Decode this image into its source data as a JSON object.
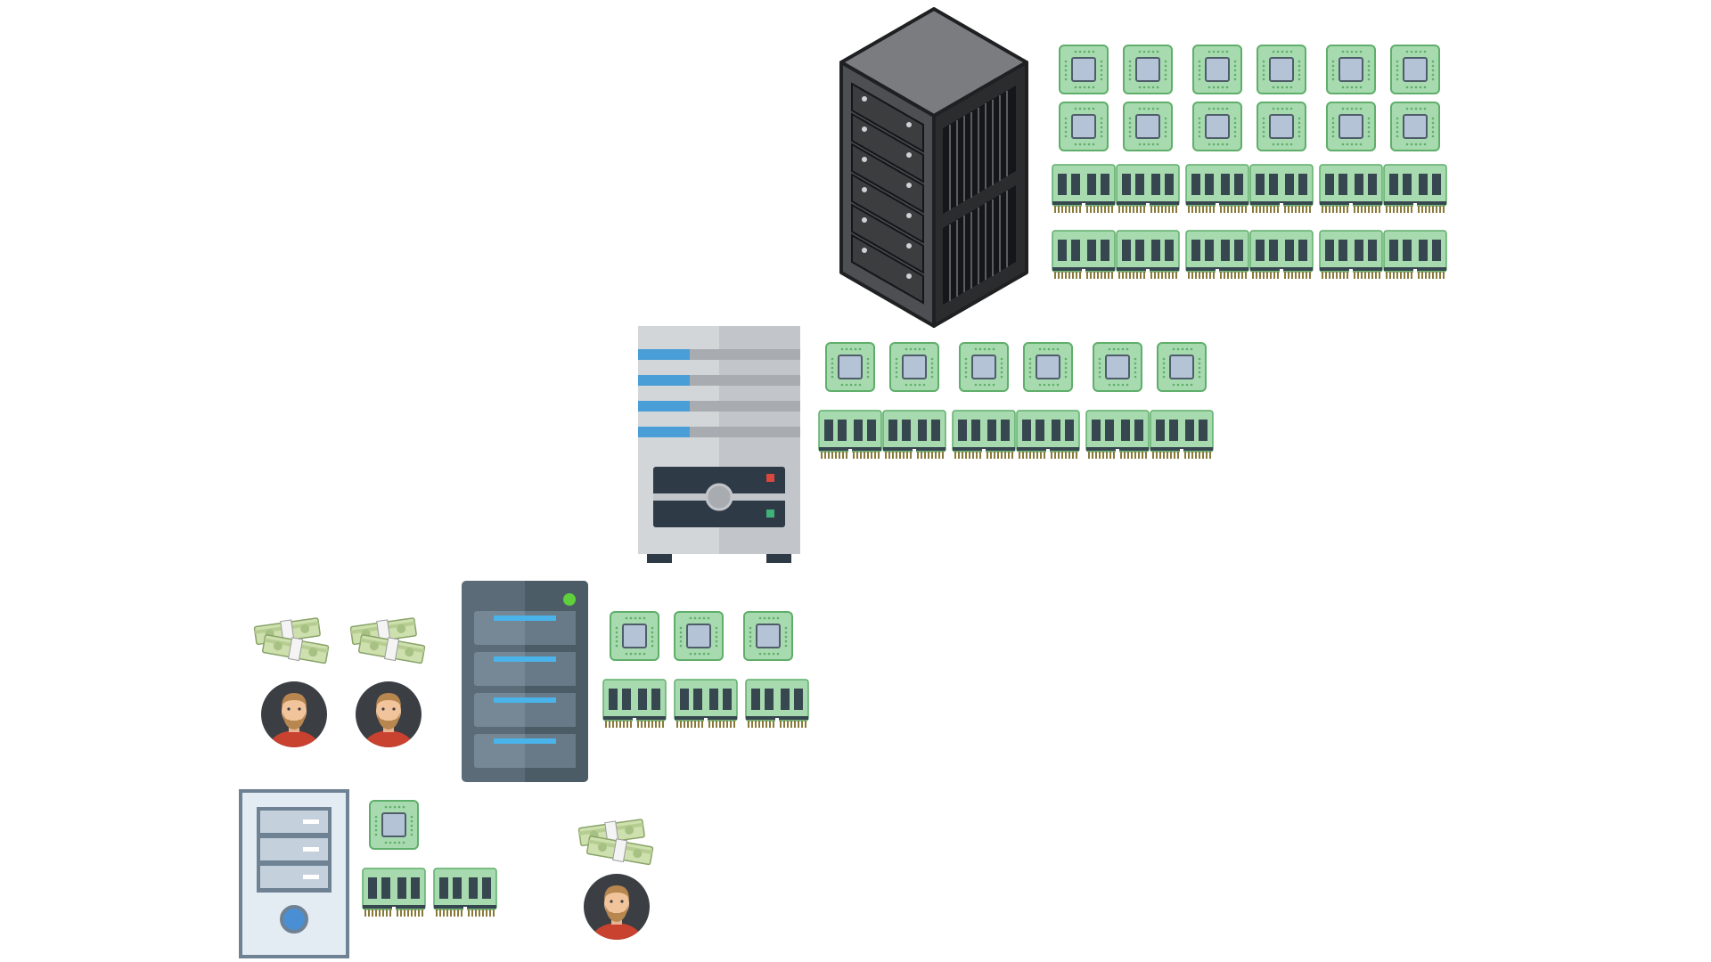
{
  "colors": {
    "background": "#ffffff",
    "chip_fill": "#a8dab0",
    "chip_border": "#5fae6a",
    "chip_die": "#b4c4d6",
    "ram_board": "#a8dab0",
    "ram_module": "#37474f",
    "money": "#cde0ad",
    "avatar_bg": "#3b3f44",
    "avatar_shirt": "#c9412f"
  },
  "tiers": [
    {
      "name": "tier-1-desktop",
      "machine_icon": "desktop-tower-icon",
      "cpu_count": 1,
      "ram_count": 2,
      "operators": 1,
      "budget_stacks": 1
    },
    {
      "name": "tier-2-small-server",
      "machine_icon": "small-server-icon",
      "cpu_count": 3,
      "ram_count": 3,
      "operators": 2,
      "budget_stacks": 2
    },
    {
      "name": "tier-3-mid-server",
      "machine_icon": "mid-server-icon",
      "cpu_count": 6,
      "ram_count": 6
    },
    {
      "name": "tier-4-server-rack",
      "machine_icon": "server-rack-icon",
      "cpu_count": 12,
      "ram_count": 12
    }
  ]
}
